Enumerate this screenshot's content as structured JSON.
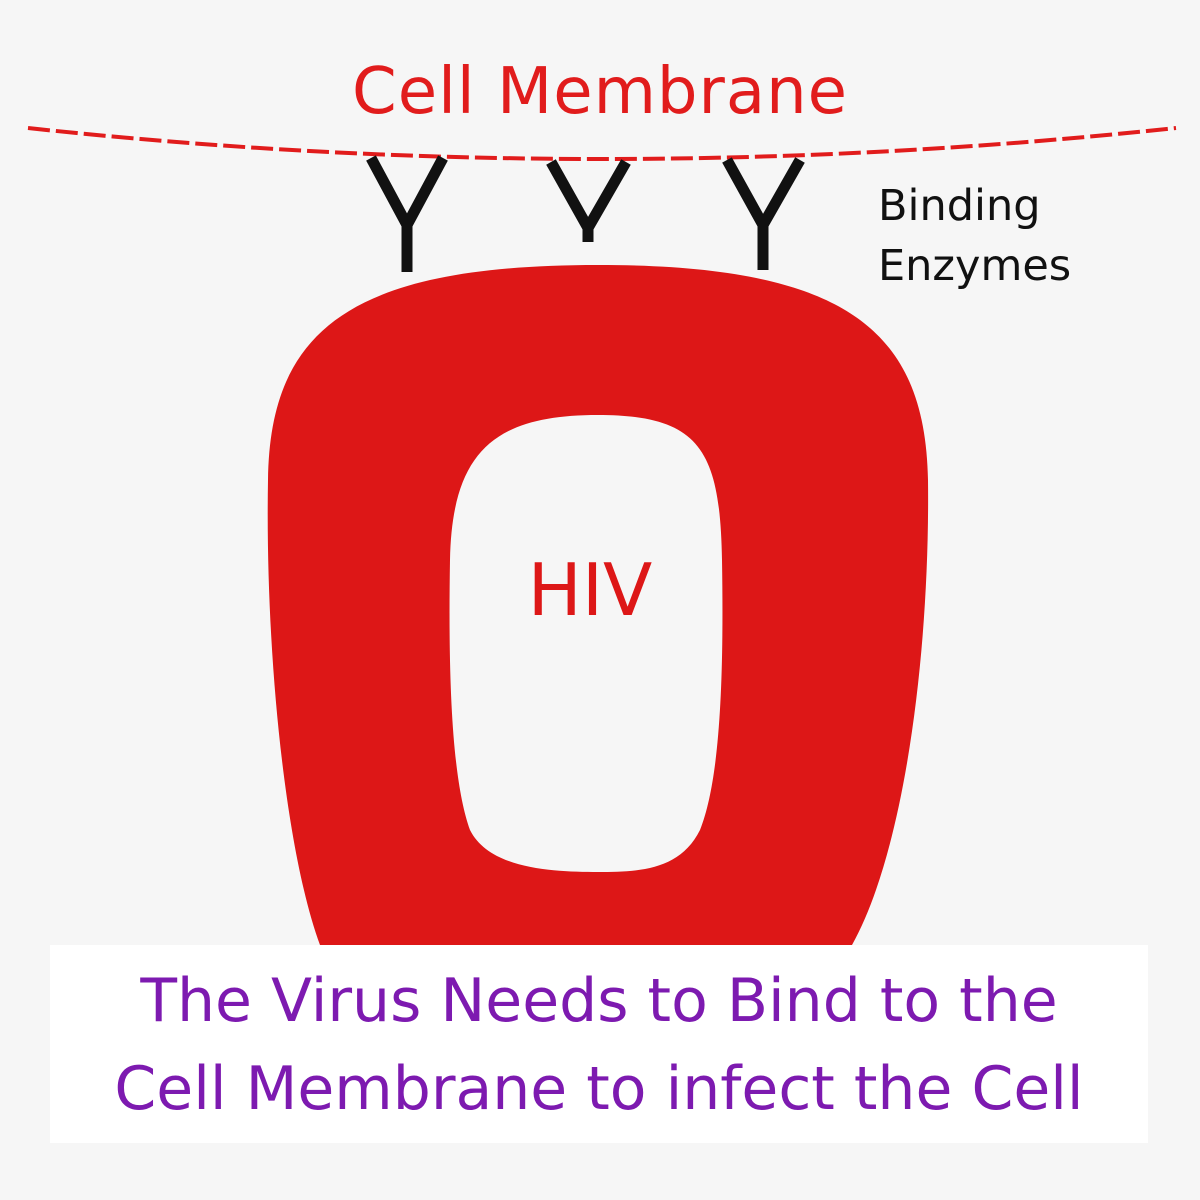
{
  "title": "Cell Membrane",
  "enzyme_label": {
    "line1": "Binding",
    "line2": "Enzymes"
  },
  "virus_label": "HIV",
  "caption": {
    "line1": "The Virus Needs to Bind to the",
    "line2": "Cell Membrane to infect the Cell"
  },
  "colors": {
    "background": "#f6f6f6",
    "membrane": "#e11c1c",
    "virus": "#dd1717",
    "enzyme": "#111111",
    "caption_text": "#7d1ab0",
    "caption_box": "#ffffff"
  }
}
